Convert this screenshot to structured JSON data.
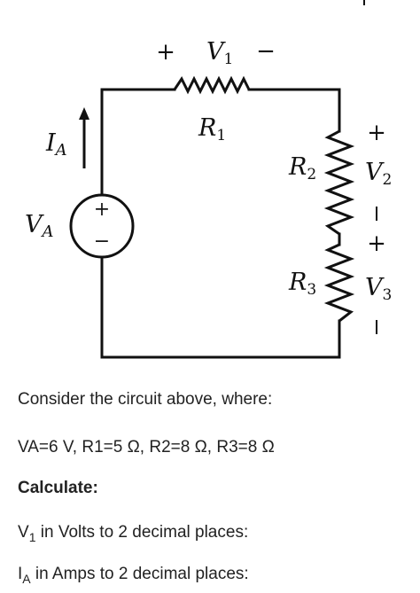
{
  "diagram": {
    "v1": {
      "plus": "+",
      "main": "V",
      "sub": "1",
      "minus": "−"
    },
    "r1": {
      "main": "R",
      "sub": "1"
    },
    "r2": {
      "main": "R",
      "sub": "2"
    },
    "r3": {
      "main": "R",
      "sub": "3"
    },
    "v2": {
      "plus": "+",
      "main": "V",
      "sub": "2",
      "minus": "−"
    },
    "v3": {
      "plus": "+",
      "main": "V",
      "sub": "3",
      "minus": "−"
    },
    "ia": {
      "main": "I",
      "sub": "A"
    },
    "va": {
      "main": "V",
      "sub": "A"
    },
    "source": {
      "plus": "+",
      "minus": "−"
    }
  },
  "text": {
    "intro": "Consider the circuit above, where:",
    "values": "VA=6 V, R1=5 Ω, R2=8 Ω, R3=8 Ω",
    "calculate": "Calculate:",
    "q1_main": "V",
    "q1_sub": "1",
    "q1_rest": " in Volts to 2 decimal places:",
    "q2_main": "I",
    "q2_sub": "A",
    "q2_rest": " in Amps to 2 decimal places:"
  }
}
